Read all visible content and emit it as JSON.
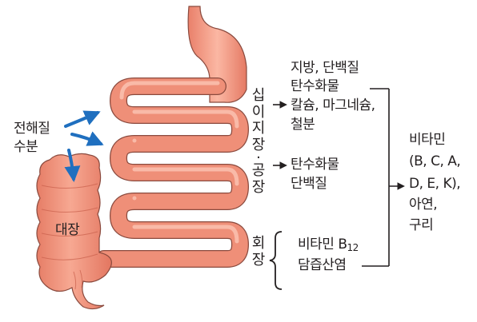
{
  "labels": {
    "electrolytes": "전해질",
    "water": "수분",
    "large_intestine": "대장",
    "duodenum": [
      "십",
      "이",
      "지",
      "장"
    ],
    "dot": "·",
    "jejunum": [
      "공",
      "장"
    ],
    "ileum": [
      "회",
      "장"
    ]
  },
  "duodenum_nutrients": [
    "지방, 단백질",
    "탄수화물",
    "칼슘, 마그네슘,",
    "철분"
  ],
  "jejunum_nutrients": [
    "탄수화물",
    "단백질"
  ],
  "ileum_nutrients": {
    "vitamin_b_text": "비타민 B",
    "vitamin_b_sub": "12",
    "bile_salts": "담즙산염"
  },
  "all_segments_nutrients": [
    "비타민",
    "(B, C, A,",
    "D, E, K),",
    "아연,",
    "구리"
  ],
  "colors": {
    "intestine": "#f0917a",
    "intestine_highlight": "#fbc4b4",
    "intestine_outline": "#8a4a3e",
    "arrow_blue": "#1f6fbf",
    "line": "#231f20"
  }
}
